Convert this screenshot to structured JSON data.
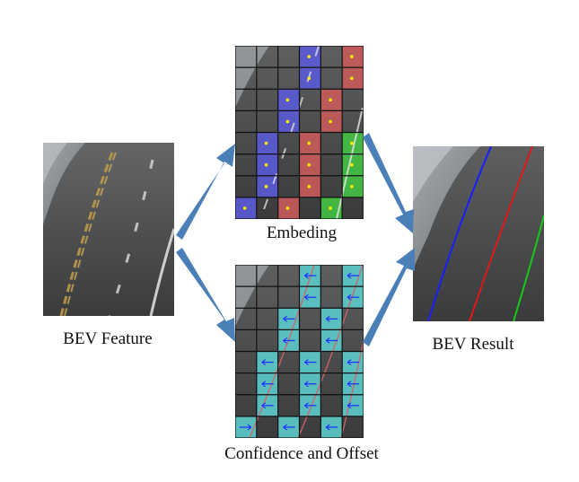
{
  "labels": {
    "bev_feature": "BEV Feature",
    "embedding": "Embeding",
    "confidence_offset": "Confidence and Offset",
    "bev_result": "BEV Result"
  },
  "grid": {
    "rows": 8,
    "cols": 6
  },
  "embedding_cells": {
    "blue": [
      [
        0,
        3
      ],
      [
        1,
        3
      ],
      [
        2,
        2
      ],
      [
        3,
        2
      ],
      [
        4,
        1
      ],
      [
        5,
        1
      ],
      [
        6,
        1
      ],
      [
        7,
        0
      ]
    ],
    "red": [
      [
        0,
        5
      ],
      [
        1,
        5
      ],
      [
        2,
        4
      ],
      [
        3,
        4
      ],
      [
        4,
        3
      ],
      [
        5,
        3
      ],
      [
        6,
        3
      ],
      [
        7,
        2
      ]
    ],
    "green": [
      [
        4,
        5
      ],
      [
        5,
        5
      ],
      [
        6,
        5
      ],
      [
        7,
        4
      ]
    ]
  },
  "confidence_cells": [
    [
      0,
      3
    ],
    [
      0,
      5
    ],
    [
      1,
      3
    ],
    [
      1,
      5
    ],
    [
      2,
      2
    ],
    [
      2,
      4
    ],
    [
      3,
      2
    ],
    [
      3,
      4
    ],
    [
      4,
      1
    ],
    [
      4,
      3
    ],
    [
      4,
      5
    ],
    [
      5,
      1
    ],
    [
      5,
      3
    ],
    [
      5,
      5
    ],
    [
      6,
      1
    ],
    [
      6,
      3
    ],
    [
      6,
      5
    ],
    [
      7,
      0
    ],
    [
      7,
      2
    ],
    [
      7,
      4
    ]
  ],
  "colors": {
    "embed_blue": "#5a5ad6",
    "embed_red": "#c85a5a",
    "embed_green": "#42c242",
    "confidence": "#5cc8c8",
    "arrow": "#4a7fb8",
    "lane_blue": "#1c1cff",
    "lane_red": "#e01818",
    "lane_green": "#18c818",
    "point_yellow": "#ffee00",
    "offset_arrow": "#1a2fff"
  }
}
